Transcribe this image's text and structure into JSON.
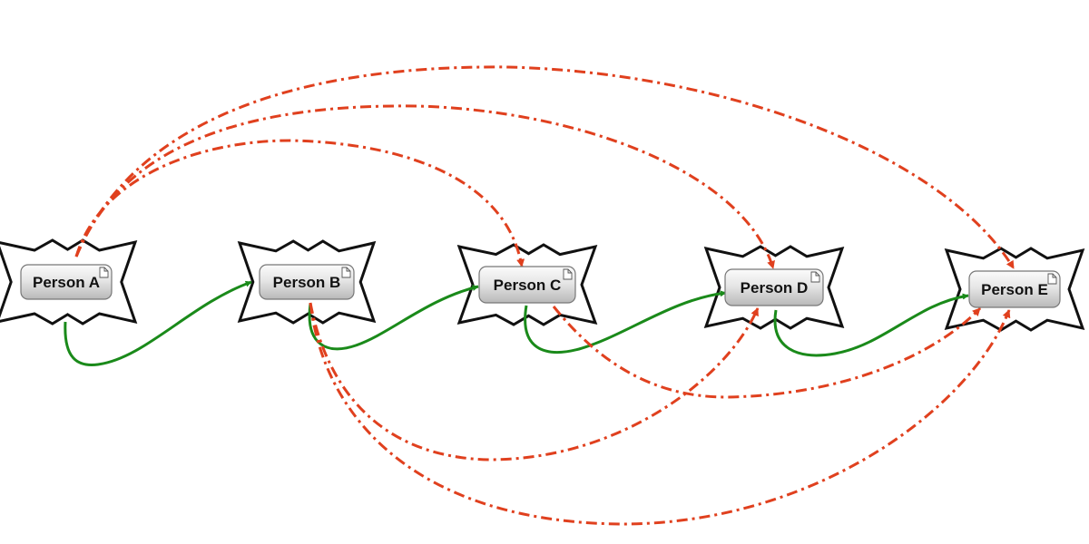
{
  "nodes": [
    {
      "id": "A",
      "label": "Person A"
    },
    {
      "id": "B",
      "label": "Person B"
    },
    {
      "id": "C",
      "label": "Person C"
    },
    {
      "id": "D",
      "label": "Person D"
    },
    {
      "id": "E",
      "label": "Person E"
    }
  ],
  "edges": [
    {
      "from": "A",
      "to": "B",
      "style": "solid"
    },
    {
      "from": "B",
      "to": "C",
      "style": "solid"
    },
    {
      "from": "C",
      "to": "D",
      "style": "solid"
    },
    {
      "from": "D",
      "to": "E",
      "style": "solid"
    },
    {
      "from": "A",
      "to": "C",
      "style": "dash-dot"
    },
    {
      "from": "A",
      "to": "D",
      "style": "dash-dot"
    },
    {
      "from": "A",
      "to": "E",
      "style": "dash-dot"
    },
    {
      "from": "B",
      "to": "D",
      "style": "dash-dot"
    },
    {
      "from": "B",
      "to": "E",
      "style": "dash-dot"
    },
    {
      "from": "C",
      "to": "E",
      "style": "dash-dot"
    }
  ],
  "colors": {
    "solid_edge": "#1a8a1a",
    "dash_edge": "#e0401e",
    "star_stroke": "#111111",
    "star_fill": "#ffffff",
    "box_top": "#fbfbfb",
    "box_bottom": "#b9b9b9",
    "box_stroke": "#777777"
  }
}
